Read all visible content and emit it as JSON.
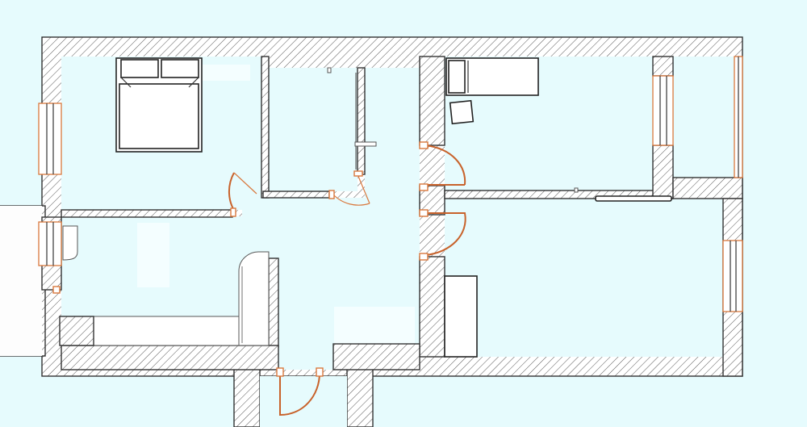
{
  "colors": {
    "background": "#e6fbfd",
    "floor": "#e6fbfd",
    "wall_outline": "#333333",
    "hatch": "#555555",
    "door_accent": "#c8622b",
    "window_frame": "#d9783d",
    "furniture": "#ffffff"
  },
  "rooms": [
    {
      "id": "bedroom"
    },
    {
      "id": "living-room"
    },
    {
      "id": "corridor"
    },
    {
      "id": "wardrobe"
    },
    {
      "id": "kids-room"
    },
    {
      "id": "balcony"
    },
    {
      "id": "large-room"
    },
    {
      "id": "stairwell"
    }
  ],
  "doors": [
    {
      "id": "bedroom-door"
    },
    {
      "id": "wardrobe-door"
    },
    {
      "id": "kids-room-door"
    },
    {
      "id": "large-room-door"
    },
    {
      "id": "entrance-door"
    }
  ],
  "furniture": [
    {
      "id": "double-bed",
      "icon": "bed-icon"
    },
    {
      "id": "single-bed",
      "icon": "bed-icon"
    },
    {
      "id": "small-table",
      "icon": "table-icon"
    },
    {
      "id": "sofa",
      "icon": "sofa-icon"
    },
    {
      "id": "cabinet",
      "icon": "cabinet-icon"
    },
    {
      "id": "radiator",
      "icon": "radiator-icon"
    }
  ]
}
